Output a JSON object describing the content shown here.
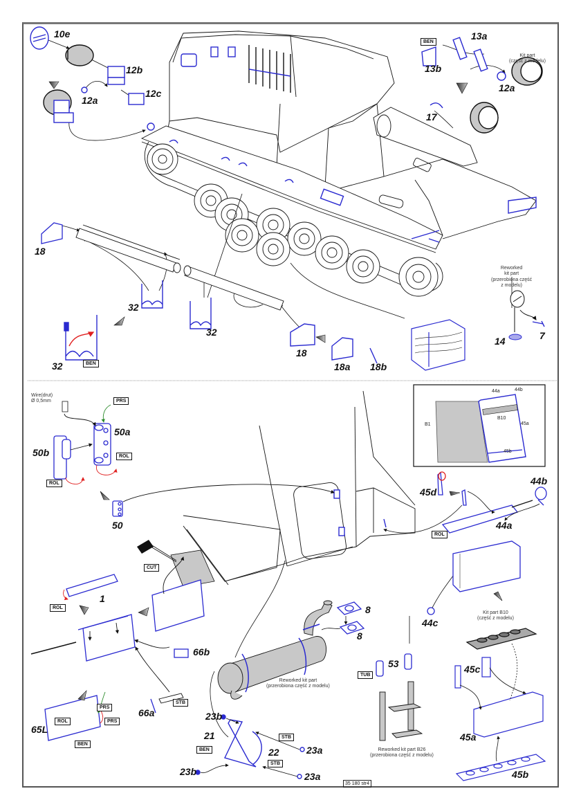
{
  "document": {
    "type": "photo-etched detail set assembly instructions",
    "page_ref": "35 180 str4"
  },
  "colors": {
    "etched_part": "#2a2ad0",
    "kit_part_fill": "#c8c8c8",
    "bend_arrow": "#e02020",
    "press_arrow": "#2a8a2a",
    "line": "#111111"
  },
  "top_section": {
    "labels": {
      "p10e": "10e",
      "p12b": "12b",
      "p12a_left": "12a",
      "p12c": "12c",
      "p13a": "13a",
      "p13b": "13b",
      "p12a_right": "12a",
      "p17": "17",
      "p18_left": "18",
      "p32_a": "32",
      "p32_b": "32",
      "p32_c": "32",
      "p18_right": "18",
      "p18a": "18a",
      "p18b": "18b",
      "p14": "14",
      "p7": "7"
    },
    "tags": {
      "ben_13b": "BEN",
      "ben_32": "BEN"
    },
    "notes": {
      "kit_part": "Kit part\n(część z modelu)",
      "reworked_14": "Reworked\nkit part\n(przerobiona część\nz modelu)"
    }
  },
  "bottom_section": {
    "labels": {
      "p50a": "50a",
      "p50b": "50b",
      "p50": "50",
      "p45d": "45d",
      "p44b": "44b",
      "p44a": "44a",
      "p44c": "44c",
      "p1": "1",
      "p66b": "66b",
      "p66a": "66a",
      "p65L": "65L",
      "p8_top": "8",
      "p8_bottom": "8",
      "p53": "53",
      "p23b_top": "23b",
      "p21": "21",
      "p22": "22",
      "p23a_top": "23a",
      "p23b_bottom": "23b",
      "p23a_bottom": "23a",
      "p45c": "45c",
      "p45a": "45a",
      "p45b": "45b"
    },
    "tags": {
      "prs_50a": "PRS",
      "rol_50a": "ROL",
      "rol_50b": "ROL",
      "rol_44a": "ROL",
      "cut": "CUT",
      "rol_1": "ROL",
      "stb_66a": "STB",
      "rol_65L": "ROL",
      "prs_65L_a": "PRS",
      "prs_65L_b": "PRS",
      "ben_65L": "BEN",
      "tub_53": "TUB",
      "ben_21": "BEN",
      "stb_23a_top": "STB",
      "stb_23a_bottom": "STB"
    },
    "notes": {
      "wire": "Wire(drut)\nØ 0,5mm",
      "reworked_exhaust": "Reworked kit part\n(przerobiona część z modelu)",
      "reworked_b26": "Reworked kit part B26\n(przerobiona część z modelu)",
      "kit_b10": "Kit part B10\n(część z modelu)"
    },
    "inset": {
      "b1": "B1",
      "b10": "B10",
      "l44a": "44a",
      "l44b": "44b",
      "l45a": "45a",
      "l45b": "45b"
    }
  }
}
